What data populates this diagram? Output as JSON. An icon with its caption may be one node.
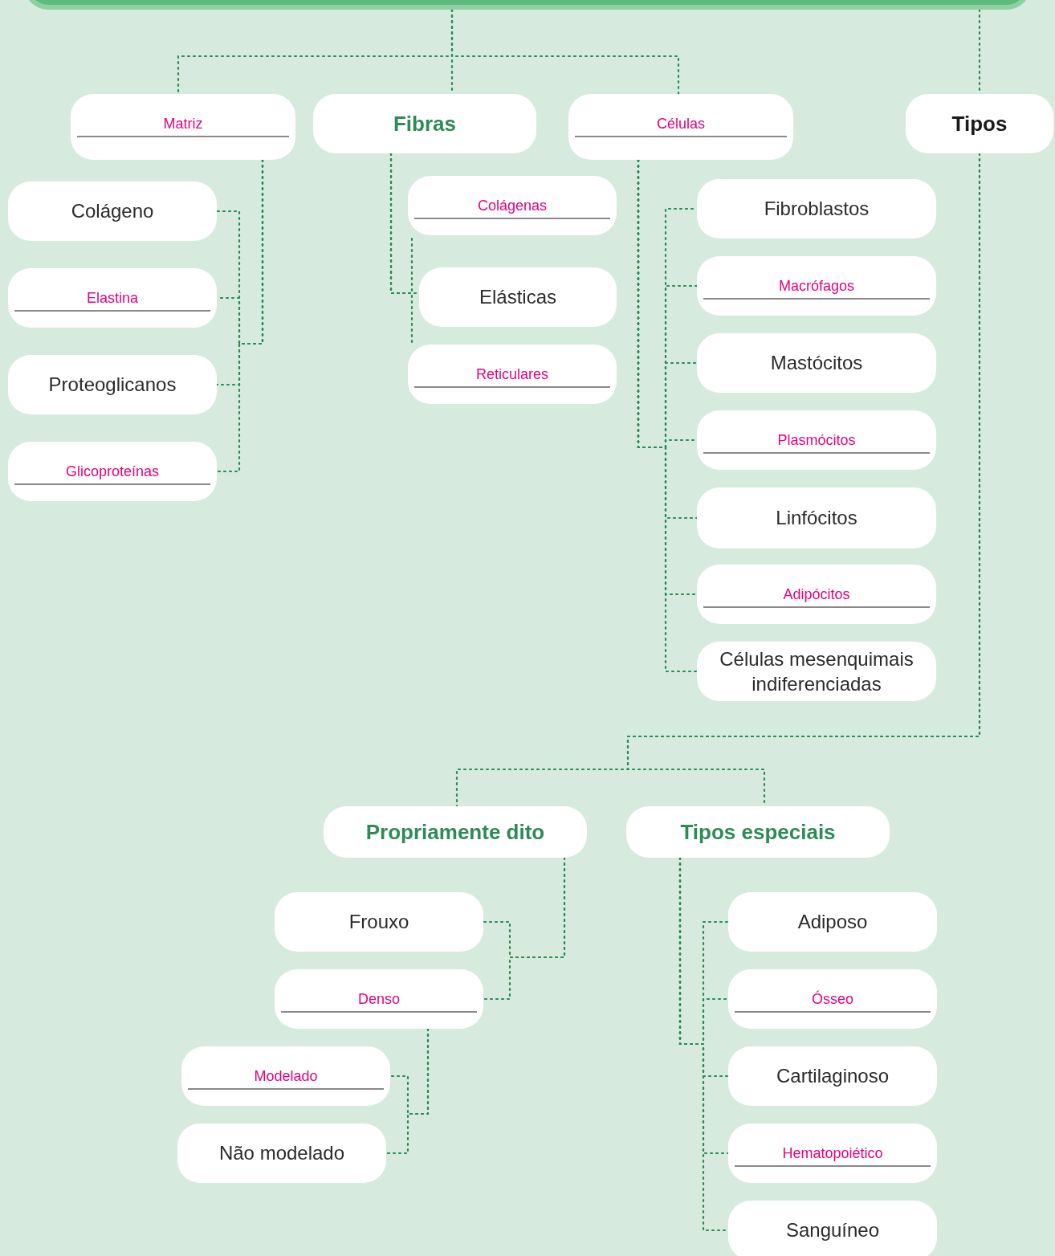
{
  "diagram": {
    "nodes": [
      {
        "text": [],
        "shape": "bar"
      },
      {
        "text": [
          "Matriz"
        ]
      },
      {
        "text": [
          "Fibras"
        ]
      },
      {
        "text": [
          "Células"
        ]
      },
      {
        "text": [
          "Tipos"
        ]
      },
      {
        "text": [
          "Colágeno"
        ]
      },
      {
        "text": [
          "Elastina"
        ]
      },
      {
        "text": [
          "Proteoglicanos"
        ]
      },
      {
        "text": [
          "Glicoproteínas"
        ]
      },
      {
        "text": [
          "Colágenas"
        ]
      },
      {
        "text": [
          "Elásticas"
        ]
      },
      {
        "text": [
          "Reticulares"
        ]
      },
      {
        "text": [
          "Fibroblastos"
        ]
      },
      {
        "text": [
          "Macrófagos"
        ]
      },
      {
        "text": [
          "Mastócitos"
        ]
      },
      {
        "text": [
          "Plasmócitos"
        ]
      },
      {
        "text": [
          "Linfócitos"
        ]
      },
      {
        "text": [
          "Adipócitos"
        ]
      },
      {
        "text": [
          "Células mesenquimais indiferenciadas"
        ]
      },
      {
        "text": [
          "Propriamente dito"
        ]
      },
      {
        "text": [
          "Tipos especiais"
        ]
      },
      {
        "text": [
          "Frouxo"
        ]
      },
      {
        "text": [
          "Denso"
        ]
      },
      {
        "text": [
          "Modelado"
        ]
      },
      {
        "text": [
          "Não modelado"
        ]
      },
      {
        "text": [
          "Adiposo"
        ]
      },
      {
        "text": [
          "Ósseo"
        ]
      },
      {
        "text": [
          "Cartilaginoso"
        ]
      },
      {
        "text": [
          "Hematopoiético"
        ]
      },
      {
        "text": [
          "Sanguíneo"
        ]
      }
    ],
    "edges": [
      {
        "from": 0,
        "to": 1,
        "arrow": "none"
      },
      {
        "from": 0,
        "to": 2,
        "arrow": "none"
      },
      {
        "from": 0,
        "to": 3,
        "arrow": "none"
      },
      {
        "from": 0,
        "to": 4,
        "arrow": "none"
      },
      {
        "from": 1,
        "to": 5,
        "arrow": "none"
      },
      {
        "from": 1,
        "to": 6,
        "arrow": "none"
      },
      {
        "from": 1,
        "to": 7,
        "arrow": "none"
      },
      {
        "from": 1,
        "to": 8,
        "arrow": "none"
      },
      {
        "from": 2,
        "to": 9,
        "arrow": "none"
      },
      {
        "from": 2,
        "to": 10,
        "arrow": "none"
      },
      {
        "from": 2,
        "to": 11,
        "arrow": "none"
      },
      {
        "from": 3,
        "to": 12,
        "arrow": "none"
      },
      {
        "from": 3,
        "to": 13,
        "arrow": "none"
      },
      {
        "from": 3,
        "to": 14,
        "arrow": "none"
      },
      {
        "from": 3,
        "to": 15,
        "arrow": "none"
      },
      {
        "from": 3,
        "to": 16,
        "arrow": "none"
      },
      {
        "from": 3,
        "to": 17,
        "arrow": "none"
      },
      {
        "from": 3,
        "to": 18,
        "arrow": "none"
      },
      {
        "from": 4,
        "to": 19,
        "arrow": "none"
      },
      {
        "from": 4,
        "to": 20,
        "arrow": "none"
      },
      {
        "from": 19,
        "to": 21,
        "arrow": "none"
      },
      {
        "from": 19,
        "to": 22,
        "arrow": "none"
      },
      {
        "from": 22,
        "to": 23,
        "arrow": "none"
      },
      {
        "from": 22,
        "to": 24,
        "arrow": "none"
      },
      {
        "from": 20,
        "to": 25,
        "arrow": "none"
      },
      {
        "from": 20,
        "to": 26,
        "arrow": "none"
      },
      {
        "from": 20,
        "to": 27,
        "arrow": "none"
      },
      {
        "from": 20,
        "to": 28,
        "arrow": "none"
      },
      {
        "from": 20,
        "to": 29,
        "arrow": "none"
      }
    ]
  }
}
